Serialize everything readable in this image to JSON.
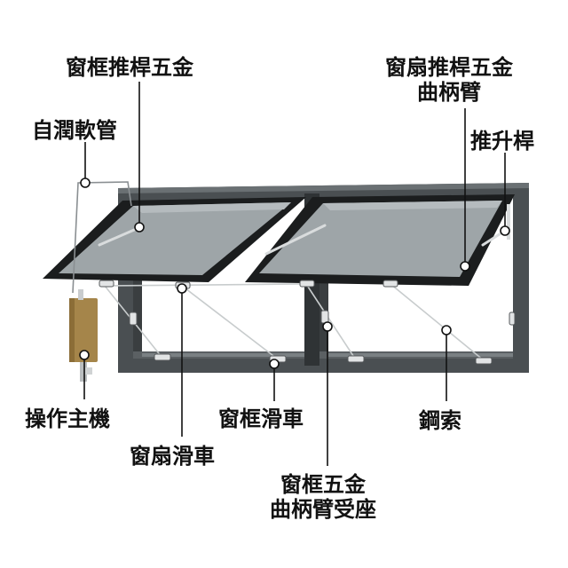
{
  "labels": {
    "frame_hardware": "窗框推桿五金",
    "sash_hardware_line1": "窗扇推桿五金",
    "sash_hardware_line2": "曲柄臂",
    "lube_tube": "自潤軟管",
    "push_rod": "推升桿",
    "operator_unit": "操作主機",
    "frame_pulley": "窗框滑車",
    "steel_cable": "鋼索",
    "sash_pulley": "窗扇滑車",
    "crank_seat_line1": "窗框五金",
    "crank_seat_line2": "曲柄臂受座"
  },
  "colors": {
    "frame": "#4a4f52",
    "frame_dark": "#2f3335",
    "sash": "#1b1d1e",
    "glass": "#9ea5a8",
    "operator": "#a5854a",
    "cable": "#c8cccd",
    "text": "#111111"
  }
}
